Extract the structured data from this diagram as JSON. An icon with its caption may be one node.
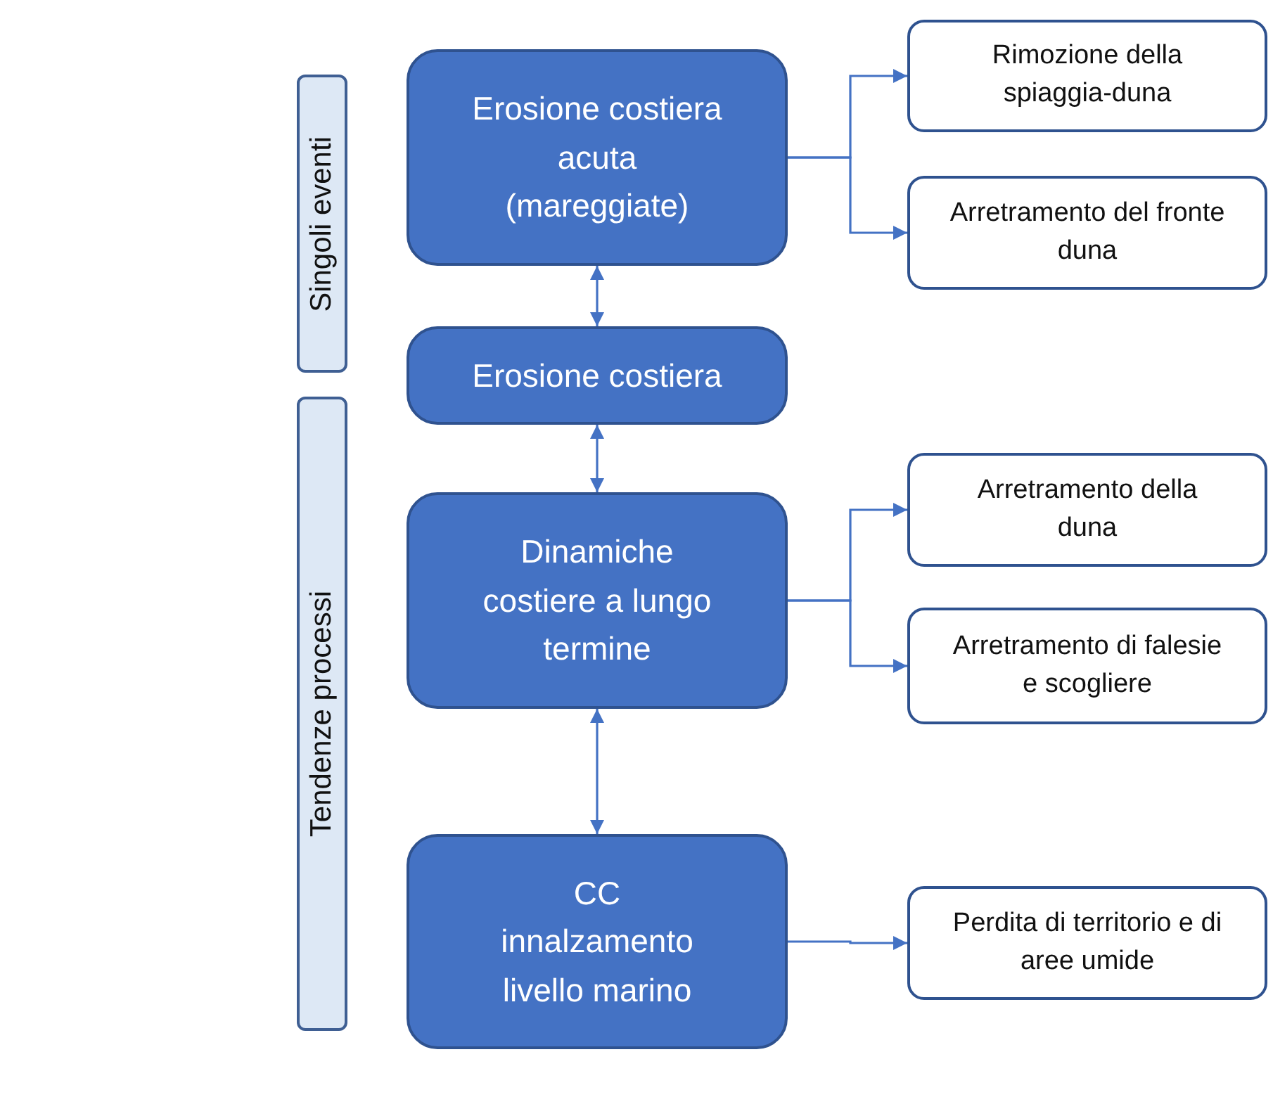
{
  "diagram": {
    "nodes": [
      {
        "text": [
          "Singoli eventi"
        ]
      },
      {
        "text": [
          "Erosione costiera acuta (mareggiate)"
        ]
      },
      {
        "text": [
          "Rimozione della spiaggia-duna"
        ]
      },
      {
        "text": [
          "Arretramento del fronte duna"
        ]
      },
      {
        "text": [
          "Erosione costiera"
        ]
      },
      {
        "text": [
          "Tendenze processi"
        ]
      },
      {
        "text": [
          "Dinamiche costiere a lungo termine"
        ]
      },
      {
        "text": [
          "Arretramento della duna"
        ]
      },
      {
        "text": [
          "Arretramento di falesie e scogliere"
        ]
      },
      {
        "text": [
          "CC",
          "innalzamento livello marino"
        ]
      },
      {
        "text": [
          "Perdita di territorio e di aree umide"
        ]
      }
    ],
    "edges": [
      {
        "from": 1,
        "to": 4,
        "arrow": "both"
      },
      {
        "from": 1,
        "to": 2,
        "arrow": "to"
      },
      {
        "from": 1,
        "to": 3,
        "arrow": "to"
      },
      {
        "from": 4,
        "to": 6,
        "arrow": "both"
      },
      {
        "from": 6,
        "to": 7,
        "arrow": "to"
      },
      {
        "from": 6,
        "to": 8,
        "arrow": "to"
      },
      {
        "from": 6,
        "to": 9,
        "arrow": "both"
      },
      {
        "from": 9,
        "to": 10,
        "arrow": "to"
      }
    ]
  }
}
